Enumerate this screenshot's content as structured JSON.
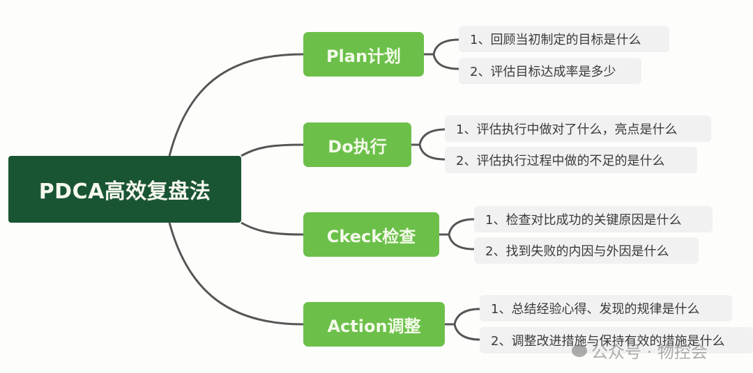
{
  "root": {
    "label": "PDCA高效复盘法"
  },
  "branches": [
    {
      "label": "Plan计划",
      "items": [
        "1、回顾当初制定的目标是什么",
        "2、评估目标达成率是多少"
      ]
    },
    {
      "label": "Do执行",
      "items": [
        "1、评估执行中做对了什么，亮点是什么",
        "2、评估执行过程中做的不足的是什么"
      ]
    },
    {
      "label": "Ckeck检查",
      "items": [
        "1、检查对比成功的关键原因是什么",
        "2、找到失败的内因与外因是什么"
      ]
    },
    {
      "label": "Action调整",
      "items": [
        "1、总结经验心得、发现的规律是什么",
        "2、调整改进措施与保持有效的措施是什么"
      ]
    }
  ],
  "watermark": {
    "text": "公众号 · 物控会"
  },
  "colors": {
    "root": "#1a5533",
    "branch": "#6cc04a",
    "leaf": "#f1f1f1",
    "line": "#555555"
  }
}
